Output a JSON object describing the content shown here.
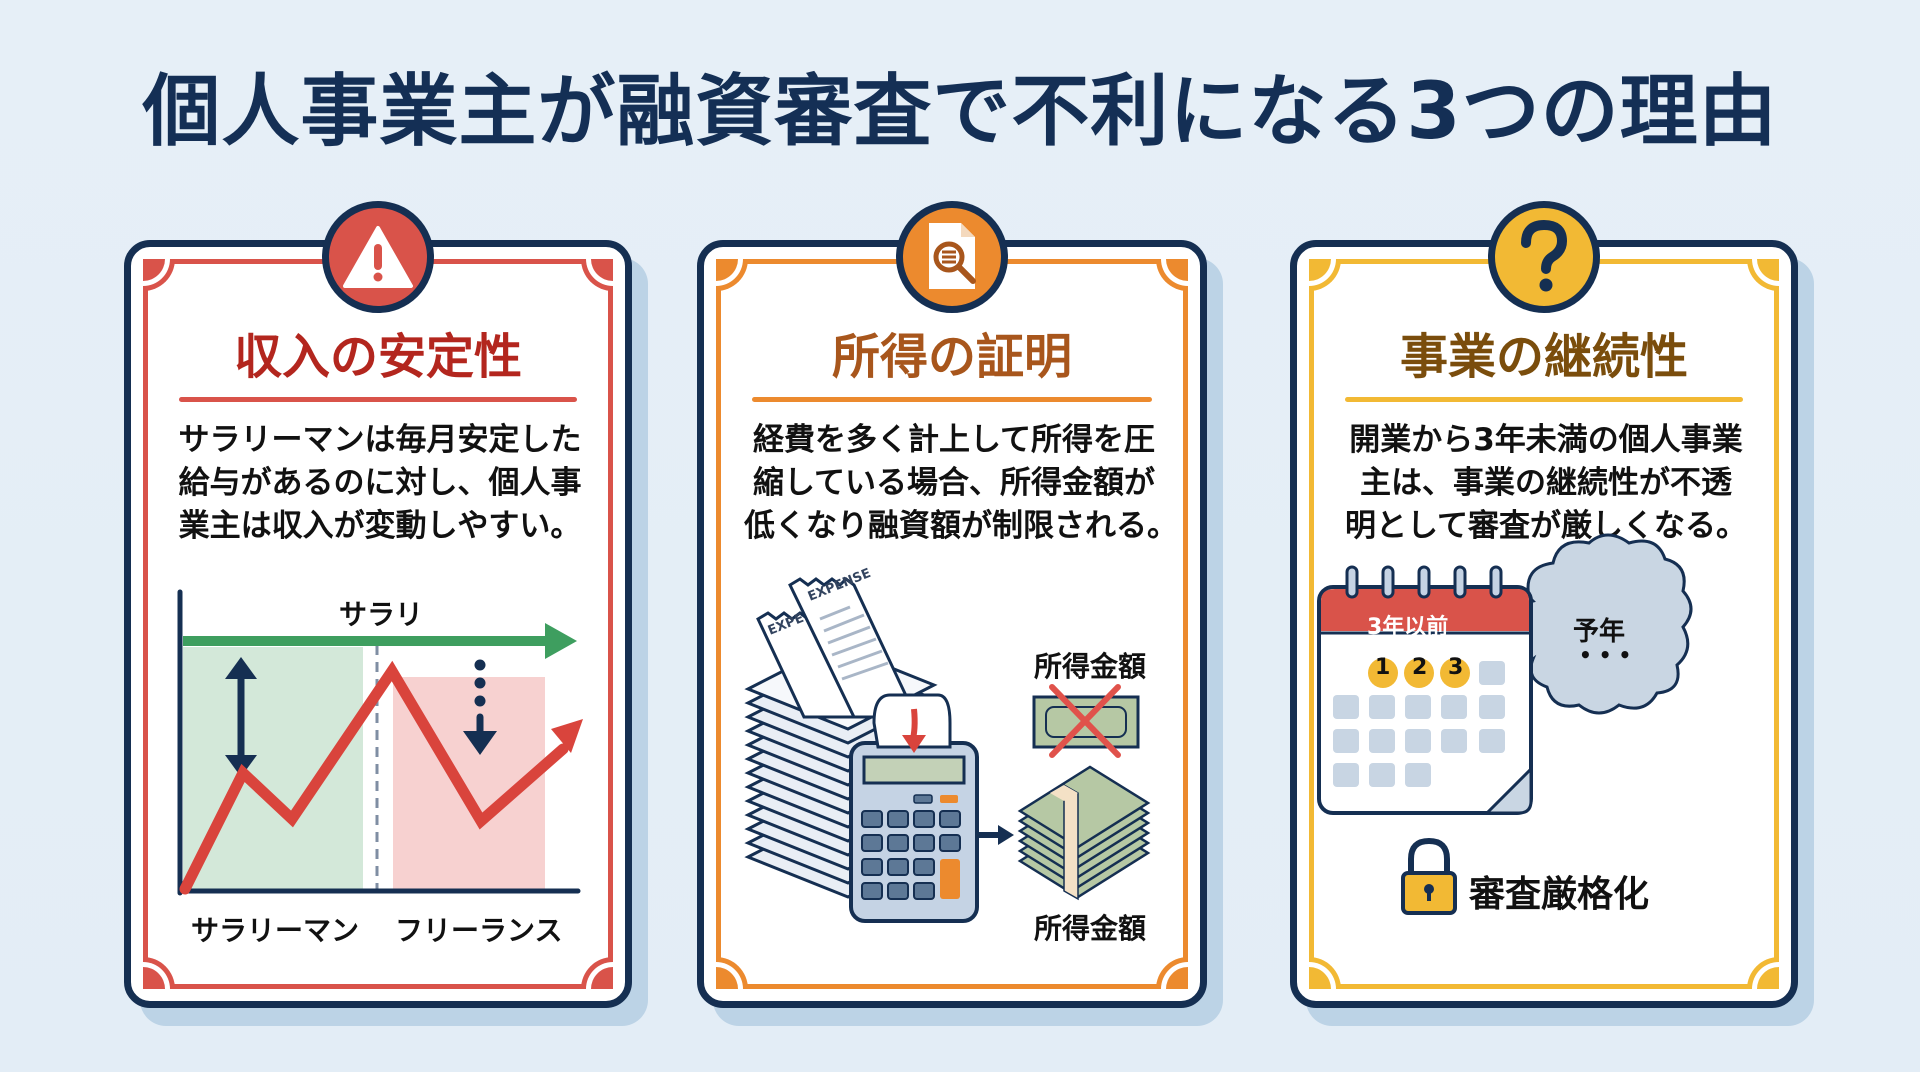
{
  "page": {
    "title": "個人事業主が融資審査で不利になる3つの理由",
    "background_color": "#e5eef6",
    "title_color": "#142f55"
  },
  "cards": [
    {
      "icon": "warning-triangle-icon",
      "accent_color": "#d9534a",
      "heading_color": "#b3261e",
      "heading": "収入の安定性",
      "body_lines": [
        "サラリーマンは毎月安定した",
        "給与があるのに対し、個人事",
        "業主は収入が変動しやすい。"
      ],
      "illustration": {
        "type": "income-comparison-chart",
        "line_label": "サラリ",
        "x_labels": [
          "サラリーマン",
          "フリーランス"
        ]
      }
    },
    {
      "icon": "document-search-icon",
      "accent_color": "#ec8a2e",
      "heading_color": "#a8561c",
      "heading": "所得の証明",
      "body_lines": [
        "経費を多く計上して所得を圧",
        "縮している場合、所得金額が",
        "低くなり融資額が制限される。"
      ],
      "illustration": {
        "type": "expense-calculator",
        "receipt_labels": [
          "EXPENSE",
          "EXPE"
        ],
        "label_top": "所得金額",
        "label_bottom": "所得金額"
      }
    },
    {
      "icon": "question-mark-icon",
      "accent_color": "#f2b934",
      "heading_color": "#7a4d0c",
      "heading": "事業の継続性",
      "body_lines": [
        "開業から3年未満の個人事業",
        "主は、事業の継続性が不透",
        "明として審査が厳しくなる。"
      ],
      "illustration": {
        "type": "calendar-thought",
        "calendar_header": "3年以前",
        "calendar_days": [
          "1",
          "2",
          "3"
        ],
        "bubble_text": "予年",
        "bubble_dots": "• • •",
        "footer_label": "審査厳格化",
        "footer_icon": "lock-icon"
      }
    }
  ]
}
